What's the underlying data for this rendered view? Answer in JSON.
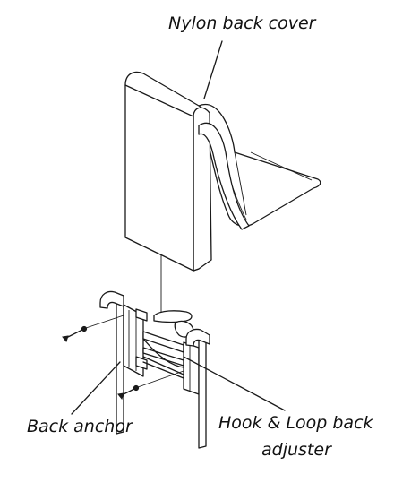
{
  "labels": {
    "nylon_back_cover": "Nylon back cover",
    "back_anchor": "Back anchor",
    "hook_loop_line1": "Hook & Loop back",
    "hook_loop_line2": "adjuster"
  }
}
